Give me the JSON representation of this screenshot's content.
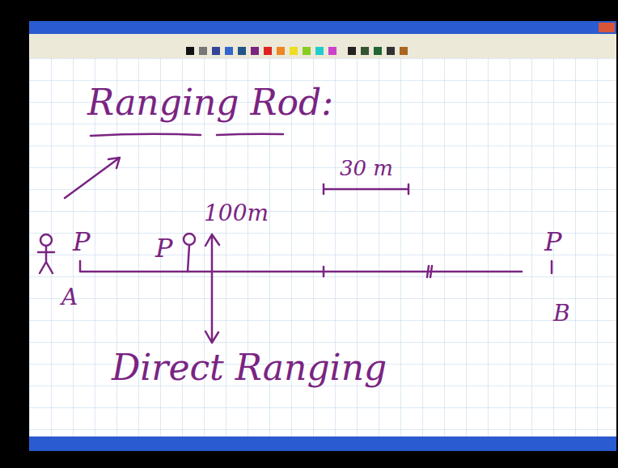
{
  "diagram": {
    "title": "Ranging Rod:",
    "labels": [
      "30 m",
      "100m",
      "P",
      "P",
      "P",
      "A",
      "B",
      "Direct Ranging"
    ]
  }
}
